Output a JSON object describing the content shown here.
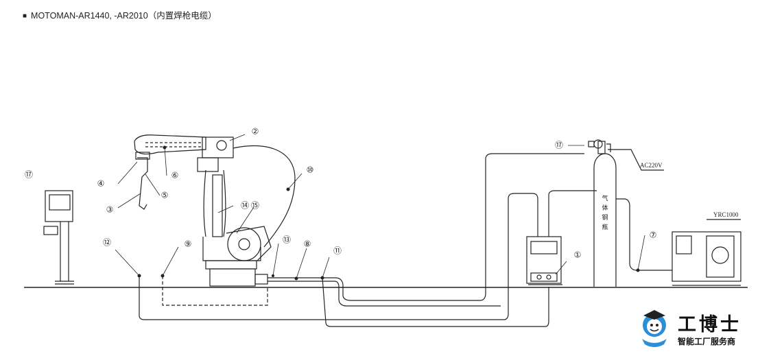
{
  "title": {
    "bullet": "■",
    "text": "MOTOMAN-AR1440, -AR2010（内置焊枪电缆）"
  },
  "callouts": [
    {
      "id": "c1",
      "label": "①"
    },
    {
      "id": "c2",
      "label": "②"
    },
    {
      "id": "c3",
      "label": "③"
    },
    {
      "id": "c4",
      "label": "④"
    },
    {
      "id": "c5",
      "label": "⑤"
    },
    {
      "id": "c6",
      "label": "⑥"
    },
    {
      "id": "c7",
      "label": "⑦"
    },
    {
      "id": "c8",
      "label": "⑧"
    },
    {
      "id": "c9",
      "label": "⑨"
    },
    {
      "id": "c10",
      "label": "⑩"
    },
    {
      "id": "c11",
      "label": "⑪"
    },
    {
      "id": "c12",
      "label": "⑫"
    },
    {
      "id": "c13",
      "label": "⑬"
    },
    {
      "id": "c14",
      "label": "⑭"
    },
    {
      "id": "c15",
      "label": "⑮"
    },
    {
      "id": "c17a",
      "label": "⑰"
    },
    {
      "id": "c17b",
      "label": "⑰"
    }
  ],
  "labels": {
    "ac220v": "AC220V",
    "yrc1000": "YRC1000",
    "gas_cylinder": [
      "气",
      "体",
      "钢",
      "瓶"
    ]
  },
  "logo": {
    "name": "工博士",
    "tagline": "智能工厂服务商"
  },
  "colors": {
    "line": "#222222",
    "logo_blue": "#2a8fd6"
  }
}
